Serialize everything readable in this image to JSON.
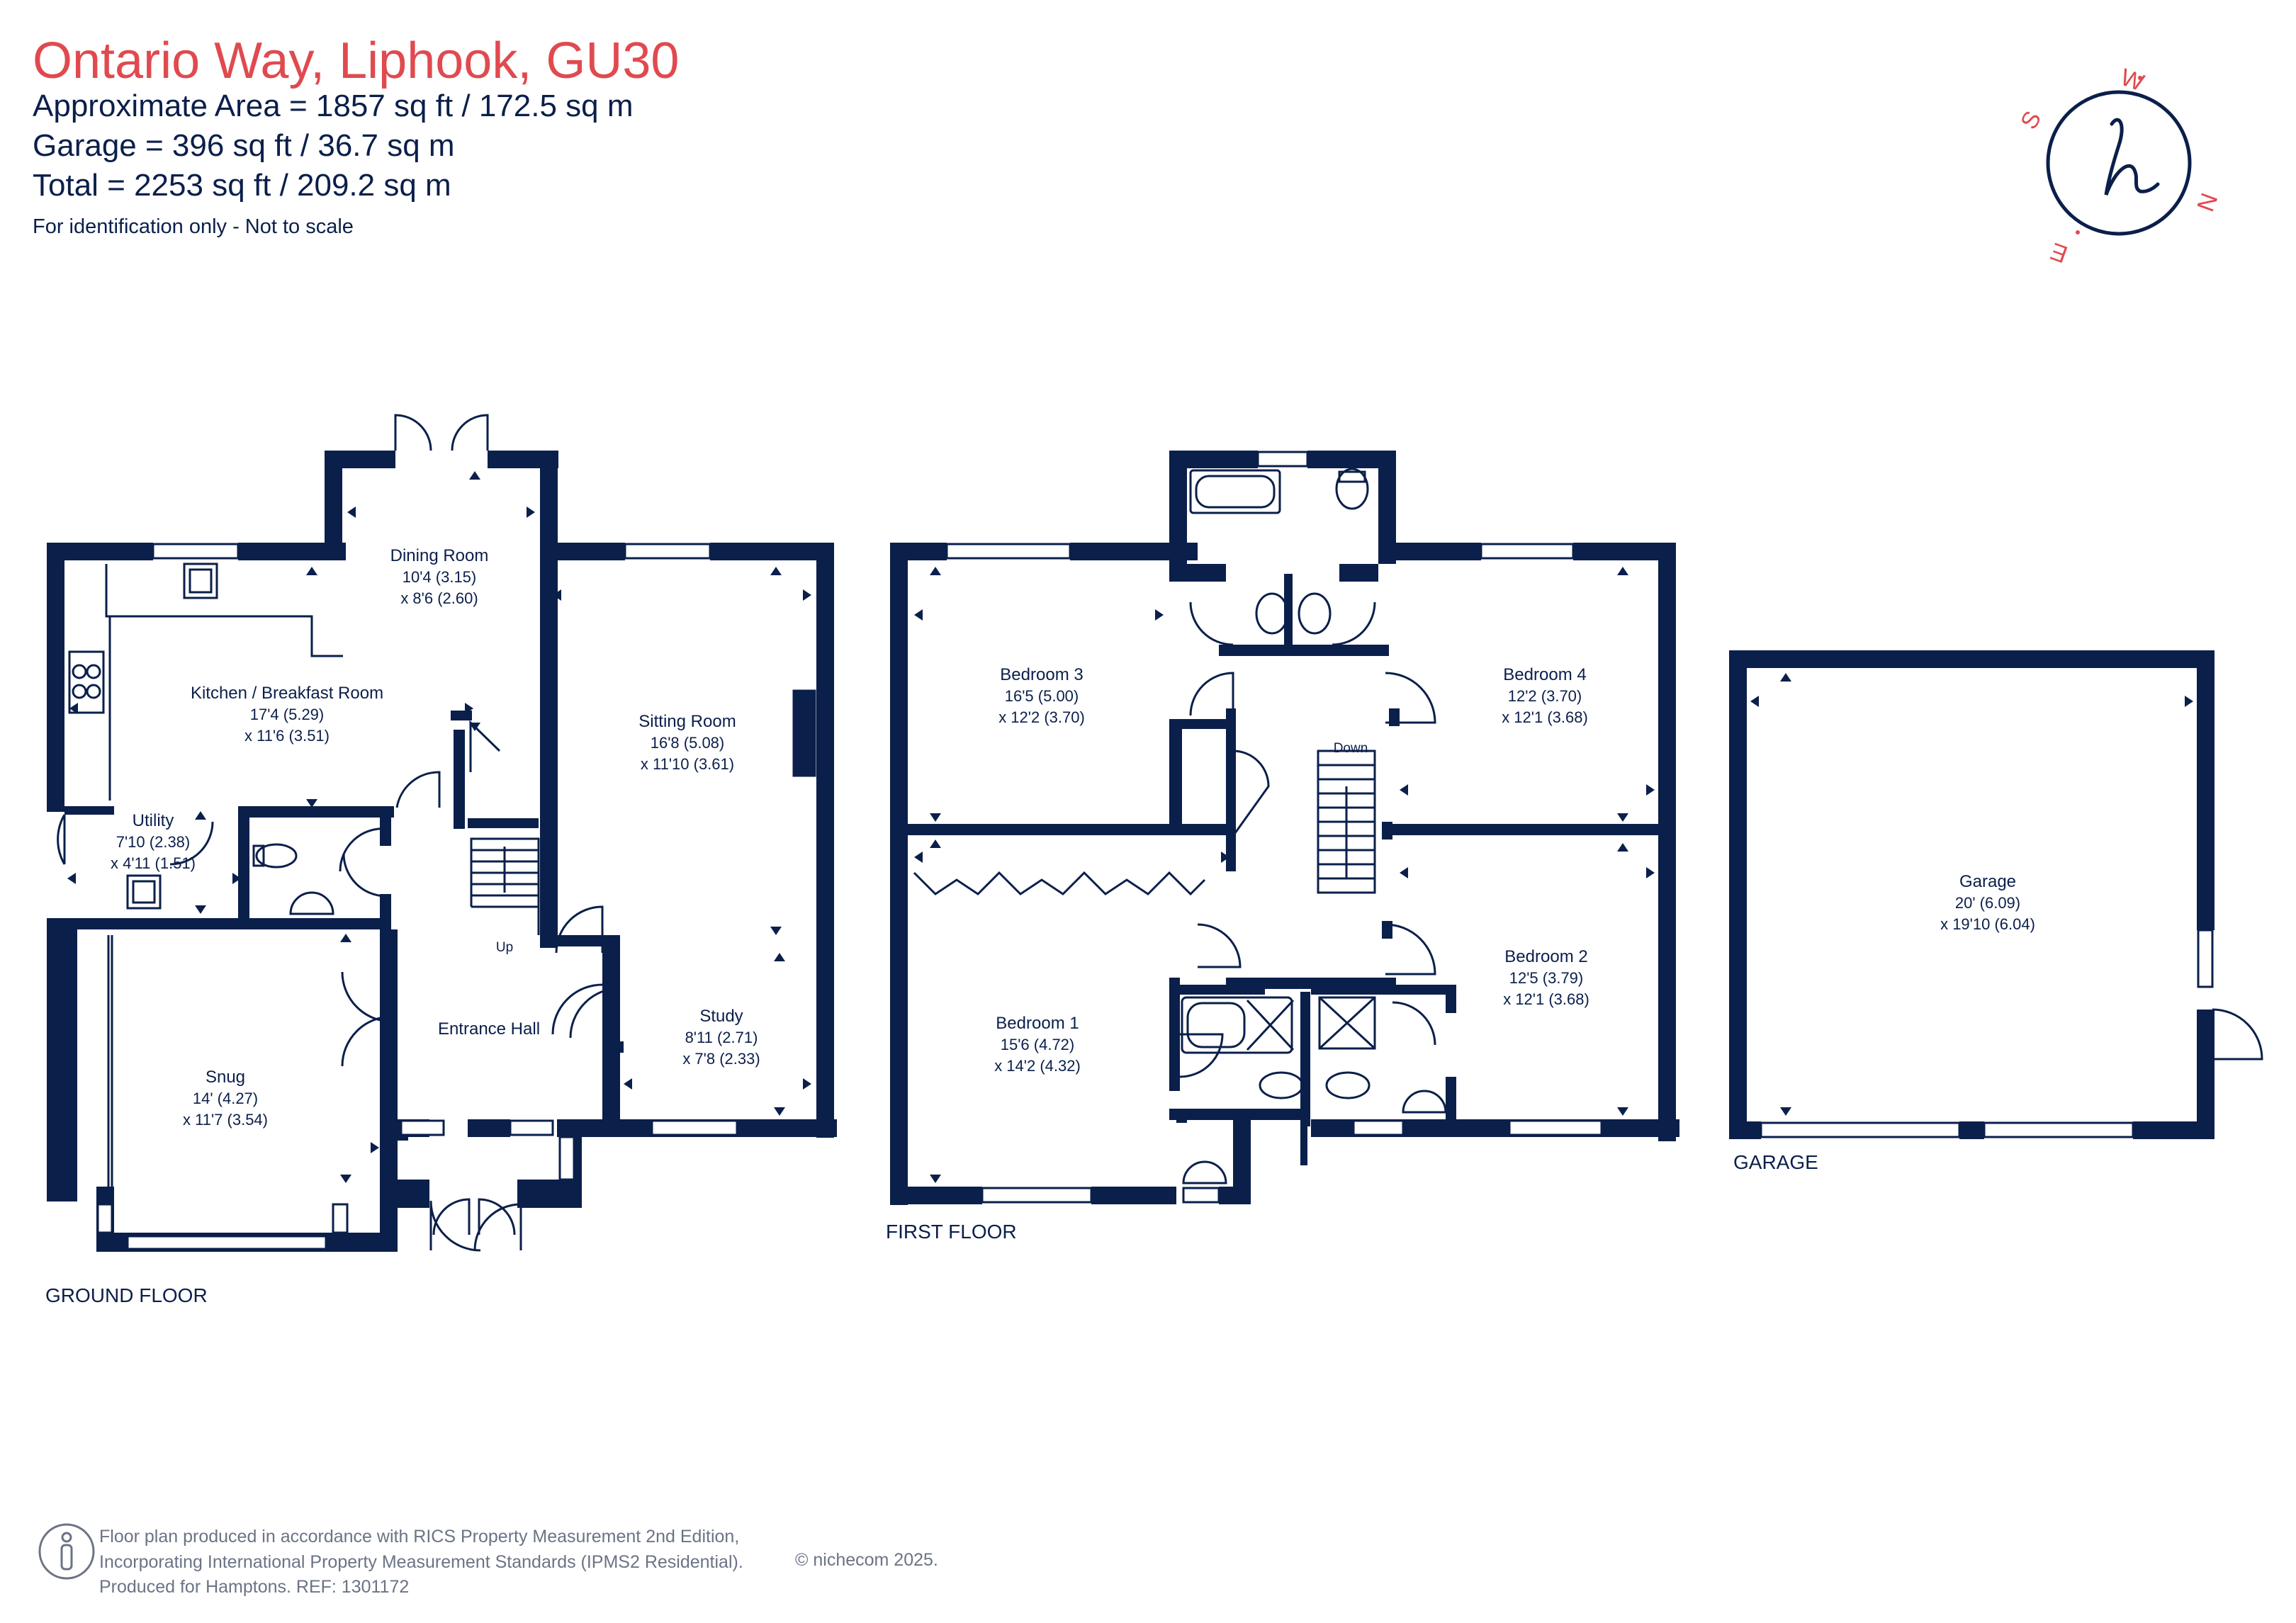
{
  "header": {
    "title": "Ontario Way, Liphook, GU30",
    "area_lines": [
      "Approximate Area = 1857 sq ft / 172.5 sq m",
      "Garage = 396 sq ft / 36.7 sq m",
      "Total = 2253 sq ft / 209.2 sq m"
    ],
    "disclaimer": "For identification only - Not to scale"
  },
  "logo": {
    "compass_letters": [
      "S",
      "W",
      "N",
      "E"
    ],
    "monogram": "h",
    "colors": {
      "ring": "#0b1f4b",
      "letters": "#e04a4f"
    }
  },
  "floors": {
    "ground": {
      "label": "GROUND FLOOR",
      "rooms": {
        "kitchen": {
          "name": "Kitchen / Breakfast Room",
          "dim1": "17'4 (5.29)",
          "dim2": "x 11'6 (3.51)"
        },
        "dining": {
          "name": "Dining Room",
          "dim1": "10'4 (3.15)",
          "dim2": "x 8'6 (2.60)"
        },
        "sitting": {
          "name": "Sitting Room",
          "dim1": "16'8 (5.08)",
          "dim2": "x 11'10 (3.61)"
        },
        "utility": {
          "name": "Utility",
          "dim1": "7'10 (2.38)",
          "dim2": "x 4'11 (1.51)"
        },
        "snug": {
          "name": "Snug",
          "dim1": "14' (4.27)",
          "dim2": "x 11'7 (3.54)"
        },
        "hall": {
          "name": "Entrance Hall"
        },
        "study": {
          "name": "Study",
          "dim1": "8'11 (2.71)",
          "dim2": "x 7'8 (2.33)"
        }
      },
      "stairs_label": "Up"
    },
    "first": {
      "label": "FIRST FLOOR",
      "rooms": {
        "bedroom3": {
          "name": "Bedroom 3",
          "dim1": "16'5 (5.00)",
          "dim2": "x 12'2 (3.70)"
        },
        "bedroom4": {
          "name": "Bedroom 4",
          "dim1": "12'2 (3.70)",
          "dim2": "x 12'1 (3.68)"
        },
        "bedroom1": {
          "name": "Bedroom 1",
          "dim1": "15'6 (4.72)",
          "dim2": "x 14'2 (4.32)"
        },
        "bedroom2": {
          "name": "Bedroom 2",
          "dim1": "12'5 (3.79)",
          "dim2": "x 12'1 (3.68)"
        }
      },
      "stairs_label": "Down"
    },
    "garage": {
      "label": "GARAGE",
      "rooms": {
        "garage": {
          "name": "Garage",
          "dim1": "20' (6.09)",
          "dim2": "x 19'10 (6.04)"
        }
      }
    }
  },
  "footer": {
    "lines": [
      "Floor plan produced in accordance with RICS Property Measurement 2nd Edition,",
      "Incorporating International Property Measurement Standards (IPMS2 Residential).",
      "Produced for Hamptons.   REF:  1301172"
    ],
    "copyright": "© nichecom  2025."
  },
  "colors": {
    "wall": "#0b1f4b",
    "title": "#e04a4f",
    "footer_text": "#6b7385"
  }
}
